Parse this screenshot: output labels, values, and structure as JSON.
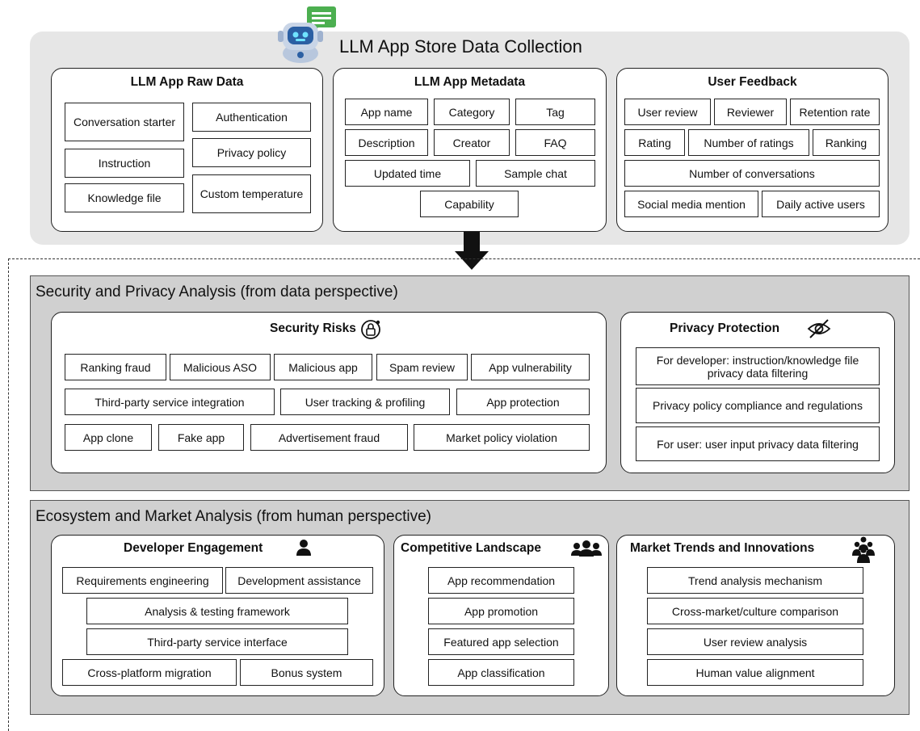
{
  "title": "LLM App Store Data Collection",
  "raw_data": {
    "title": "LLM App Raw Data",
    "items": [
      "Conversation starter",
      "Authentication",
      "Privacy policy",
      "Instruction",
      "Knowledge file",
      "Custom temperature"
    ]
  },
  "metadata": {
    "title": "LLM App Metadata",
    "items": [
      "App name",
      "Category",
      "Tag",
      "Description",
      "Creator",
      "FAQ",
      "Updated time",
      "Sample chat",
      "Capability"
    ]
  },
  "feedback": {
    "title": "User Feedback",
    "items": [
      "User review",
      "Reviewer",
      "Retention rate",
      "Rating",
      "Number of ratings",
      "Ranking",
      "Number of conversations",
      "Social media mention",
      "Daily active users"
    ]
  },
  "security_section": {
    "title": "Security and Privacy Analysis (from data perspective)",
    "risks": {
      "title": "Security Risks",
      "items": [
        "Ranking fraud",
        "Malicious ASO",
        "Malicious app",
        "Spam review",
        "App vulnerability",
        "Third-party service integration",
        "User tracking & profiling",
        "App protection",
        "App clone",
        "Fake app",
        "Advertisement fraud",
        "Market policy violation"
      ]
    },
    "privacy": {
      "title": "Privacy Protection",
      "items": [
        "For developer: instruction/knowledge file privacy data filtering",
        "Privacy policy compliance and regulations",
        "For user: user input privacy data filtering"
      ]
    }
  },
  "ecosystem_section": {
    "title": "Ecosystem and Market Analysis (from human perspective)",
    "developer": {
      "title": "Developer Engagement",
      "items": [
        "Requirements engineering",
        "Development assistance",
        "Analysis & testing framework",
        "Third-party service interface",
        "Cross-platform migration",
        "Bonus system"
      ]
    },
    "competitive": {
      "title": "Competitive Landscape",
      "items": [
        "App recommendation",
        "App promotion",
        "Featured app selection",
        "App classification"
      ]
    },
    "trends": {
      "title": "Market Trends and Innovations",
      "items": [
        "Trend analysis mechanism",
        "Cross-market/culture comparison",
        "User review analysis",
        "Human value alignment"
      ]
    }
  },
  "icons": {
    "robot": "robot-icon",
    "lock": "lock-icon",
    "eye_off": "eye-off-icon",
    "person": "person-icon",
    "group": "group-icon",
    "crowd": "crowd-icon"
  },
  "colors": {
    "robot_body": "#b8c7dd",
    "robot_face": "#2b5fa3",
    "chat_bubble": "#4caf50",
    "section_bg": "#d0d0d0",
    "top_panel_bg": "#e6e6e6"
  }
}
